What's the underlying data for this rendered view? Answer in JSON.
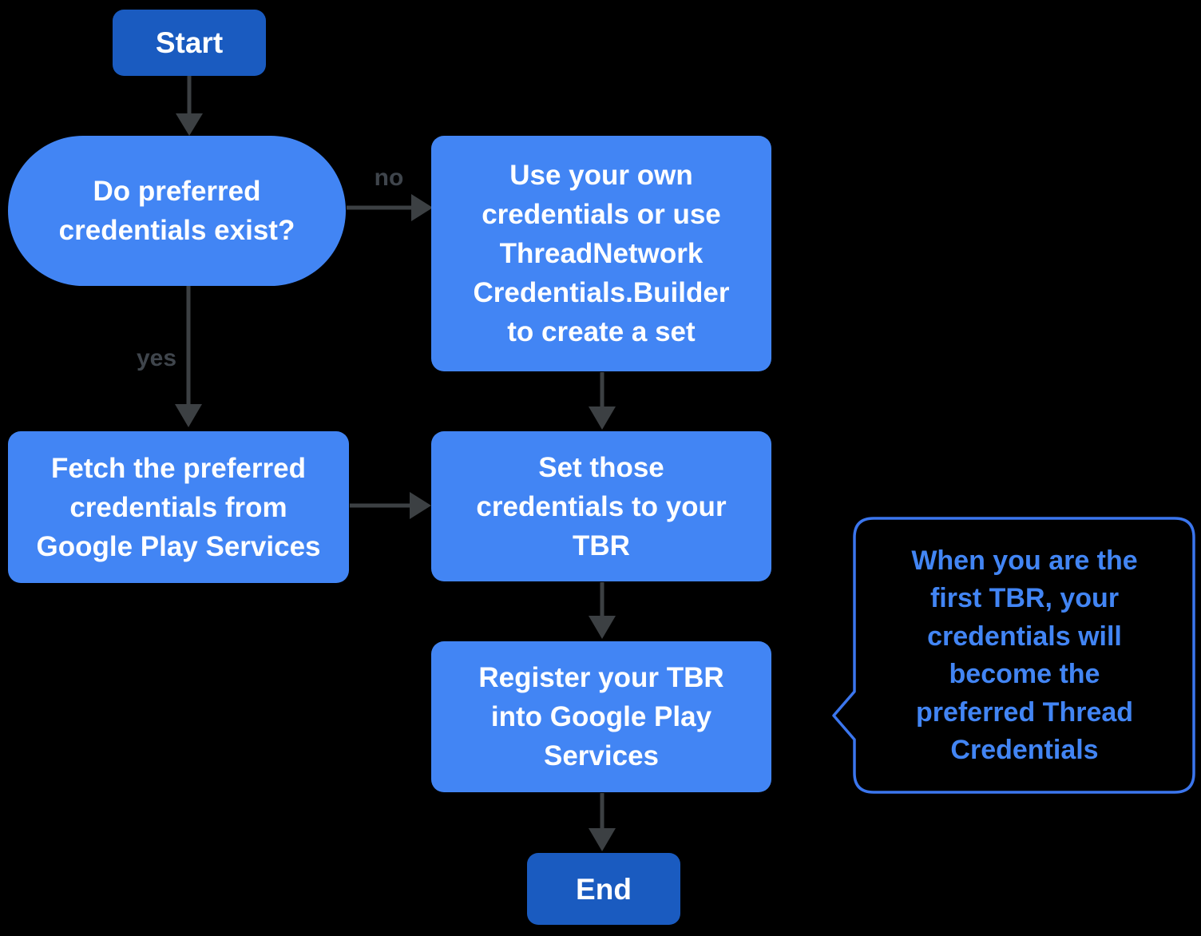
{
  "flowchart": {
    "background": "#000000",
    "colors": {
      "process_fill": "#4285F4",
      "terminal_fill": "#1A5BC0",
      "node_text": "#FFFFFF",
      "arrow": "#3C4043",
      "edge_label_text": "#3F454C",
      "callout_border": "#3B76EE",
      "callout_text": "#4285F4"
    },
    "nodes": {
      "start": {
        "label": "Start"
      },
      "decision": {
        "label": [
          "Do preferred",
          "credentials exist?"
        ]
      },
      "no_branch": {
        "label": [
          "Use your own",
          "credentials or use",
          "ThreadNetwork",
          "Credentials.Builder",
          "to create a set"
        ]
      },
      "yes_branch": {
        "label": [
          "Fetch the preferred",
          "credentials from",
          "Google Play Services"
        ]
      },
      "set_credentials": {
        "label": [
          "Set those",
          "credentials to your",
          "TBR"
        ]
      },
      "register": {
        "label": [
          "Register your TBR",
          "into Google Play",
          "Services"
        ]
      },
      "end": {
        "label": "End"
      }
    },
    "edge_labels": {
      "no": "no",
      "yes": "yes"
    },
    "callout": {
      "text": [
        "When you are the",
        "first TBR, your",
        "credentials will",
        "become the",
        "preferred Thread",
        "Credentials"
      ]
    }
  }
}
